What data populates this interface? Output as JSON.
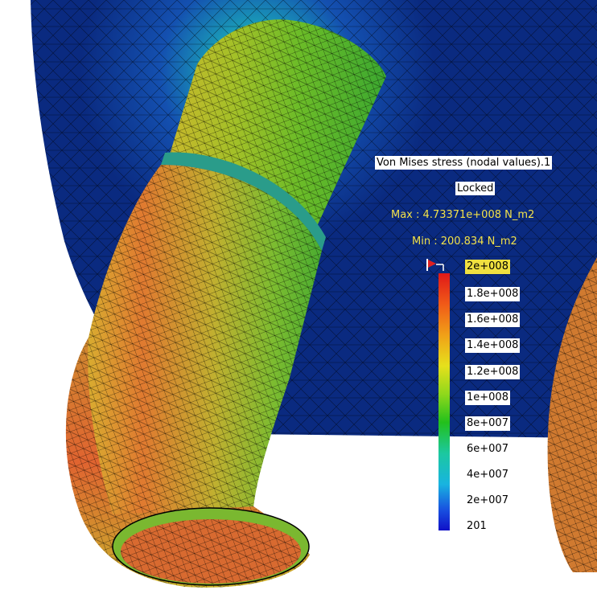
{
  "legend": {
    "title": "Von Mises stress (nodal values).1",
    "status": "Locked",
    "max": "Max : 4.73371e+008 N_m2",
    "min": "Min : 200.834 N_m2",
    "ticks": [
      "2e+008",
      "1.8e+008",
      "1.6e+008",
      "1.4e+008",
      "1.2e+008",
      "1e+008",
      "8e+007",
      "6e+007",
      "4e+007",
      "2e+007",
      "201"
    ],
    "highlighted_tick": "2e+008"
  },
  "colors": {
    "background_mesh": "#0a2f8a",
    "max_label": "#f2e14a",
    "highlight": "#f0e040"
  }
}
